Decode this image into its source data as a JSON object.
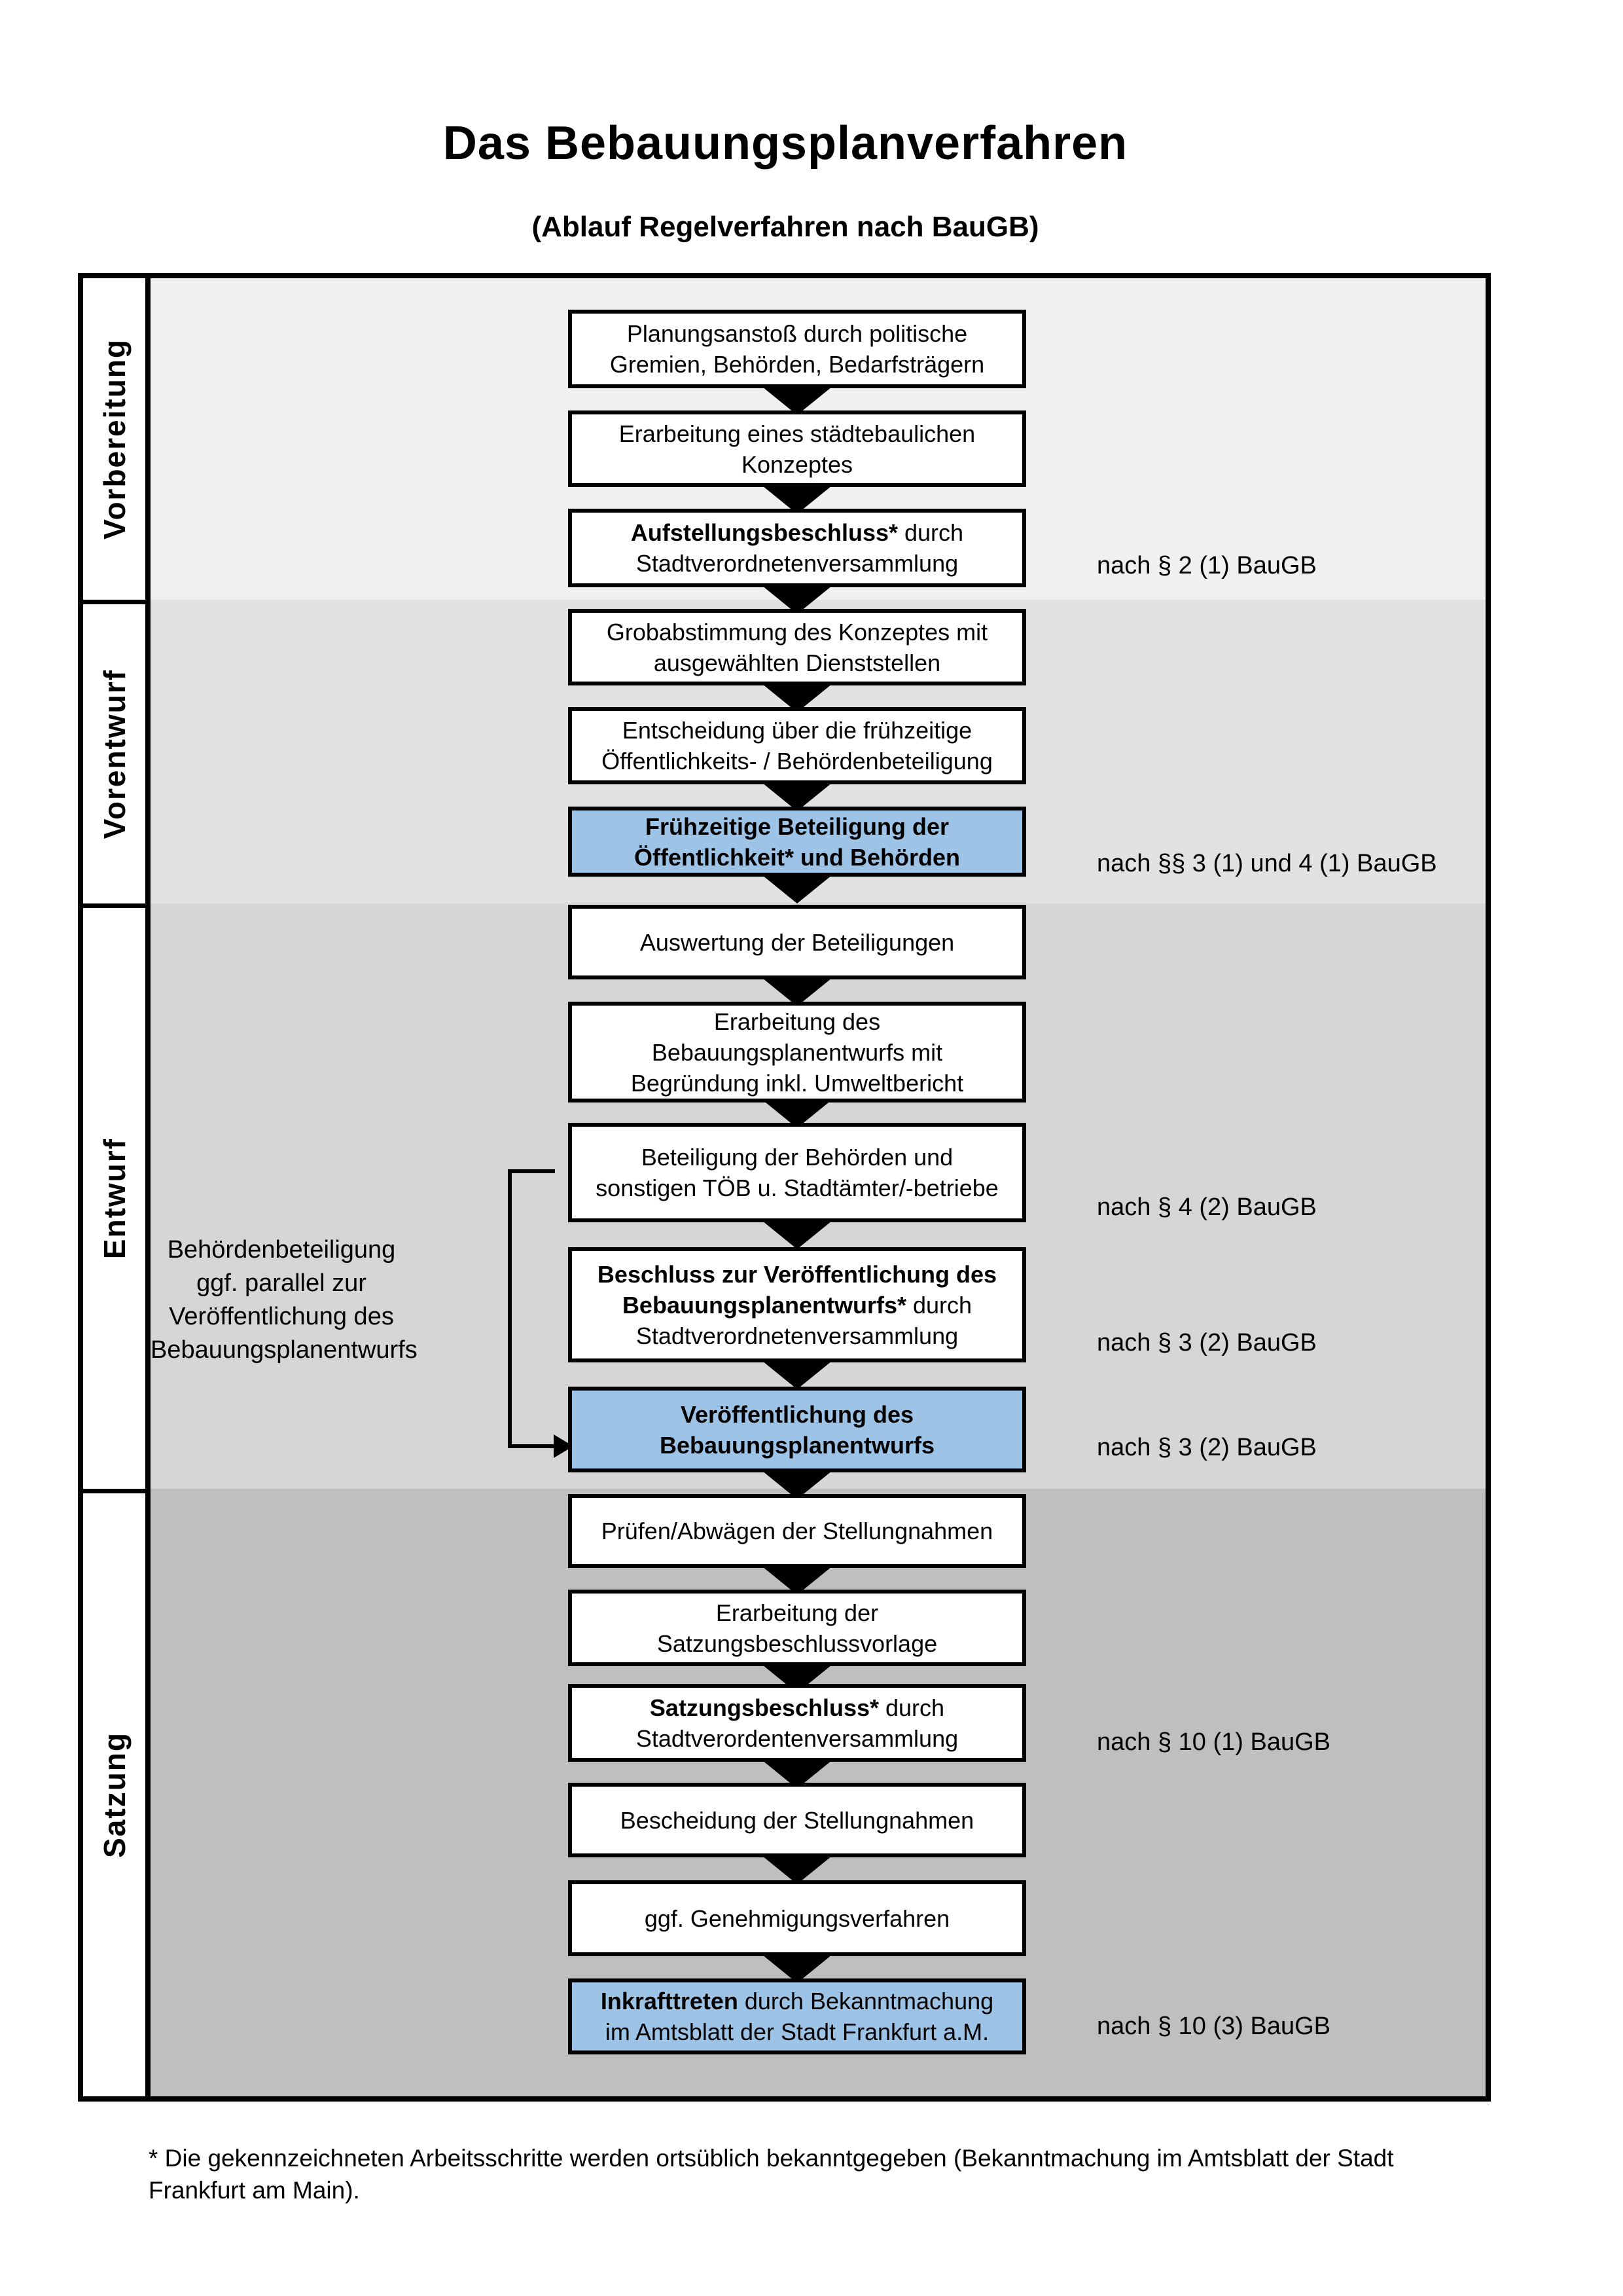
{
  "title": "Das Bebauungsplanverfahren",
  "subtitle": "(Ablauf Regelverfahren nach BauGB)",
  "colors": {
    "highlight_blue": "#9dc3e6",
    "section_backgrounds": [
      "#f0f0f0",
      "#e2e2e2",
      "#d6d6d6",
      "#bfbfbf"
    ],
    "border": "#000000"
  },
  "icons": {
    "flow_arrow_down": "▼",
    "bracket_arrow_right": "►"
  },
  "sections": [
    {
      "label": "Vorbereitung"
    },
    {
      "label": "Vorentwurf"
    },
    {
      "label": "Entwurf"
    },
    {
      "label": "Satzung"
    }
  ],
  "boxes": {
    "b1": {
      "l1": "Planungsanstoß durch politische",
      "l2": "Gremien, Behörden, Bedarfsträgern"
    },
    "b2": {
      "l1": "Erarbeitung eines städtebaulichen",
      "l2": "Konzeptes"
    },
    "b3": {
      "l1_bold": "Aufstellungsbeschluss*",
      "l1_rest": " durch",
      "l2": "Stadtverordnetenversammlung"
    },
    "b4": {
      "l1": "Grobabstimmung des Konzeptes mit",
      "l2": "ausgewählten Dienststellen"
    },
    "b5": {
      "l1": "Entscheidung über die frühzeitige",
      "l2": "Öffentlichkeits- / Behördenbeteiligung"
    },
    "b6": {
      "l1": "Frühzeitige Beteiligung der",
      "l2": "Öffentlichkeit* und Behörden"
    },
    "b7": {
      "l1": "Auswertung der Beteiligungen"
    },
    "b8": {
      "l1": "Erarbeitung des",
      "l2": "Bebauungsplanentwurfs mit",
      "l3": "Begründung inkl. Umweltbericht"
    },
    "b9": {
      "l1": "Beteiligung der Behörden und",
      "l2": "sonstigen TÖB u. Stadtämter/-betriebe"
    },
    "b10": {
      "l1_bold": "Beschluss zur Veröffentlichung des",
      "l2_bold": "Bebauungsplanentwurfs*",
      "l2_rest": " durch",
      "l3": "Stadtverordnetenversammlung"
    },
    "b11": {
      "l1": "Veröffentlichung des",
      "l2": "Bebauungsplanentwurfs"
    },
    "b12": {
      "l1": "Prüfen/Abwägen der Stellungnahmen"
    },
    "b13": {
      "l1": "Erarbeitung der",
      "l2": "Satzungsbeschlussvorlage"
    },
    "b14": {
      "l1_bold": "Satzungsbeschluss*",
      "l1_rest": " durch",
      "l2": "Stadtverordentenversammlung"
    },
    "b15": {
      "l1": "Bescheidung der Stellungnahmen"
    },
    "b16": {
      "l1": "ggf. Genehmigungsverfahren"
    },
    "b17": {
      "l1_bold": "Inkrafttreten",
      "l1_rest": " durch Bekanntmachung",
      "l2": "im Amtsblatt der Stadt Frankfurt a.M."
    }
  },
  "side_note": {
    "l1": "Behördenbeteiligung",
    "l2": "ggf. parallel zur",
    "l3": "Veröffentlichung des",
    "l4": "Bebauungsplanentwurfs"
  },
  "annotations": {
    "a1": "nach § 2 (1) BauGB",
    "a2": "nach §§ 3 (1) und 4 (1) BauGB",
    "a3": "nach § 4 (2) BauGB",
    "a4": "nach § 3 (2) BauGB",
    "a5": "nach § 3 (2) BauGB",
    "a6": "nach § 10 (1) BauGB",
    "a7": "nach § 10 (3) BauGB"
  },
  "footnote": {
    "l1": "* Die gekennzeichneten Arbeitsschritte werden ortsüblich bekanntgegeben (Bekanntmachung im Amtsblatt  der Stadt",
    "l2": "Frankfurt am Main)."
  }
}
